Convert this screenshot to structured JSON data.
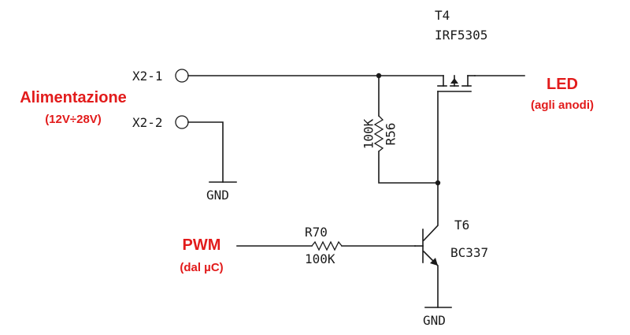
{
  "labels": {
    "t4_ref": "T4",
    "t4_part": "IRF5305",
    "x2_1": "X2-1",
    "x2_2": "X2-2",
    "gnd_top": "GND",
    "gnd_bottom": "GND",
    "r56_value": "100K",
    "r56_ref": "R56",
    "r70_ref": "R70",
    "r70_value": "100K",
    "t6_ref": "T6",
    "t6_part": "BC337"
  },
  "annotations": {
    "supply_title": "Alimentazione",
    "supply_range": "(12V÷28V)",
    "led_title": "LED",
    "led_sub": "(agli anodi)",
    "pwm_title": "PWM",
    "pwm_sub": "(dal µC)"
  }
}
